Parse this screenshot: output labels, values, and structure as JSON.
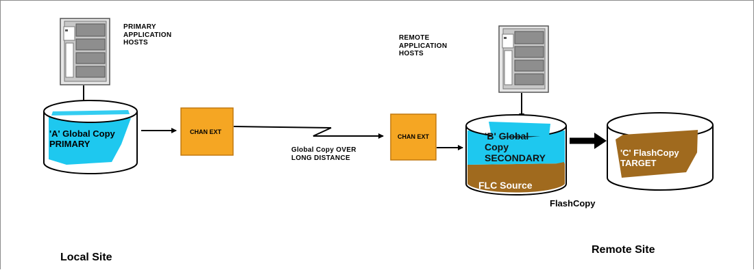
{
  "labels": {
    "primary_hosts": "PRIMARY\nAPPLICATION\nHOSTS",
    "remote_hosts": "REMOTE\nAPPLICATION\nHOSTS",
    "disk_a": "'A'  Global Copy\nPRIMARY",
    "disk_b": "'B' Global\nCopy\nSECONDARY",
    "flc_source": "FLC Source",
    "disk_c": "'C' FlashCopy\nTARGET",
    "chan_ext_1": "CHAN EXT",
    "chan_ext_2": "CHAN EXT",
    "link": "Global Copy OVER\nLONG DISTANCE",
    "flashcopy": "FlashCopy",
    "local_site": "Local Site",
    "remote_site": "Remote Site"
  },
  "colors": {
    "data_fill": "#1ec8ef",
    "flc_fill": "#a06a1e",
    "chan_box": "#f5a623",
    "chan_border": "#c07810",
    "disk_outline": "#000000",
    "server_body": "#c8c8c8"
  },
  "icons": {
    "server": "server-rack-icon",
    "disk": "disk-cylinder-icon"
  }
}
